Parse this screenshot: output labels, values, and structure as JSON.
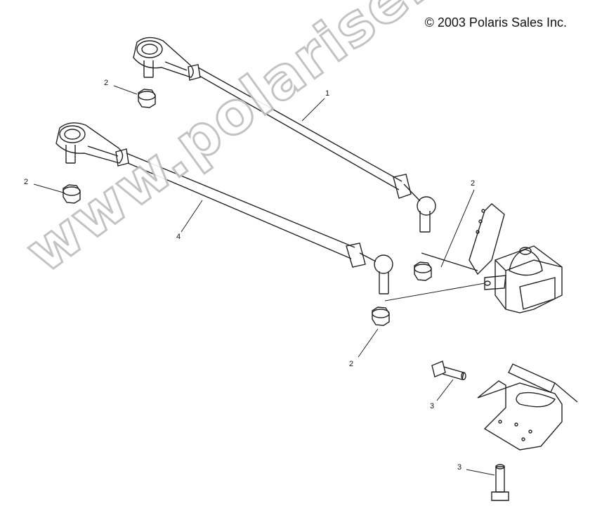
{
  "copyright": "© 2003 Polaris Sales Inc.",
  "watermark": "www.polarisersatzteile.de",
  "callouts": {
    "c1": "1",
    "c2a": "2",
    "c2b": "2",
    "c2c": "2",
    "c2d": "2",
    "c3a": "3",
    "c3b": "3",
    "c4": "4"
  },
  "colors": {
    "line": "#222222",
    "watermark_stroke": "#bdbdbd"
  }
}
